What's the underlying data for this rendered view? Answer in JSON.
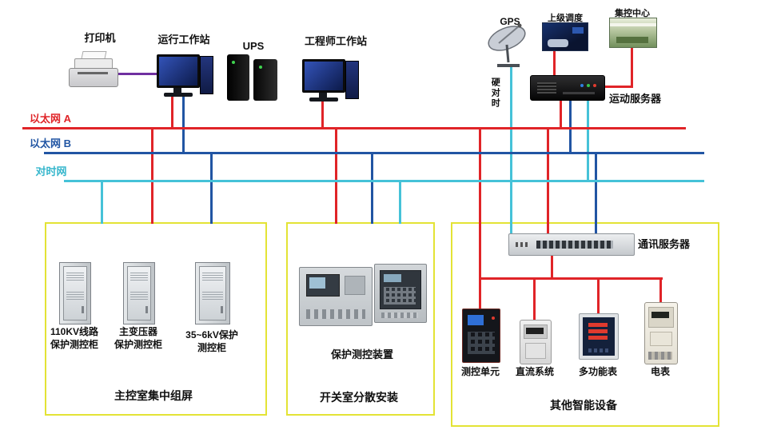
{
  "colors": {
    "ethernet_a": "#e02428",
    "ethernet_b": "#2155a3",
    "time_sync": "#45c2d8",
    "printer_cable": "#7030a0",
    "panel_border": "#e3e335"
  },
  "top": {
    "printer": "打印机",
    "operation_workstation": "运行工作站",
    "ups": "UPS",
    "engineer_workstation": "工程师工作站",
    "gps": "GPS",
    "hard_time_sync": "硬对时",
    "superior_dispatch": "上级调度",
    "central_control": "集控中心",
    "remote_server": "运动服务器"
  },
  "buses": {
    "ethernet_a": "以太网 A",
    "ethernet_b": "以太网 B",
    "time_sync": "对时网"
  },
  "panel1": {
    "title": "主控室集中组屏",
    "cabinet1": "110KV线路\n保护测控柜",
    "cabinet2": "主变压器\n保护测控柜",
    "cabinet3": "35~6kV保护\n测控柜"
  },
  "panel2": {
    "title": "开关室分散安装",
    "device": "保护测控装置"
  },
  "panel3": {
    "title": "其他智能设备",
    "comm_server": "通讯服务器",
    "device1": "测控单元",
    "device2": "直流系统",
    "device3": "多功能表",
    "device4": "电表"
  }
}
